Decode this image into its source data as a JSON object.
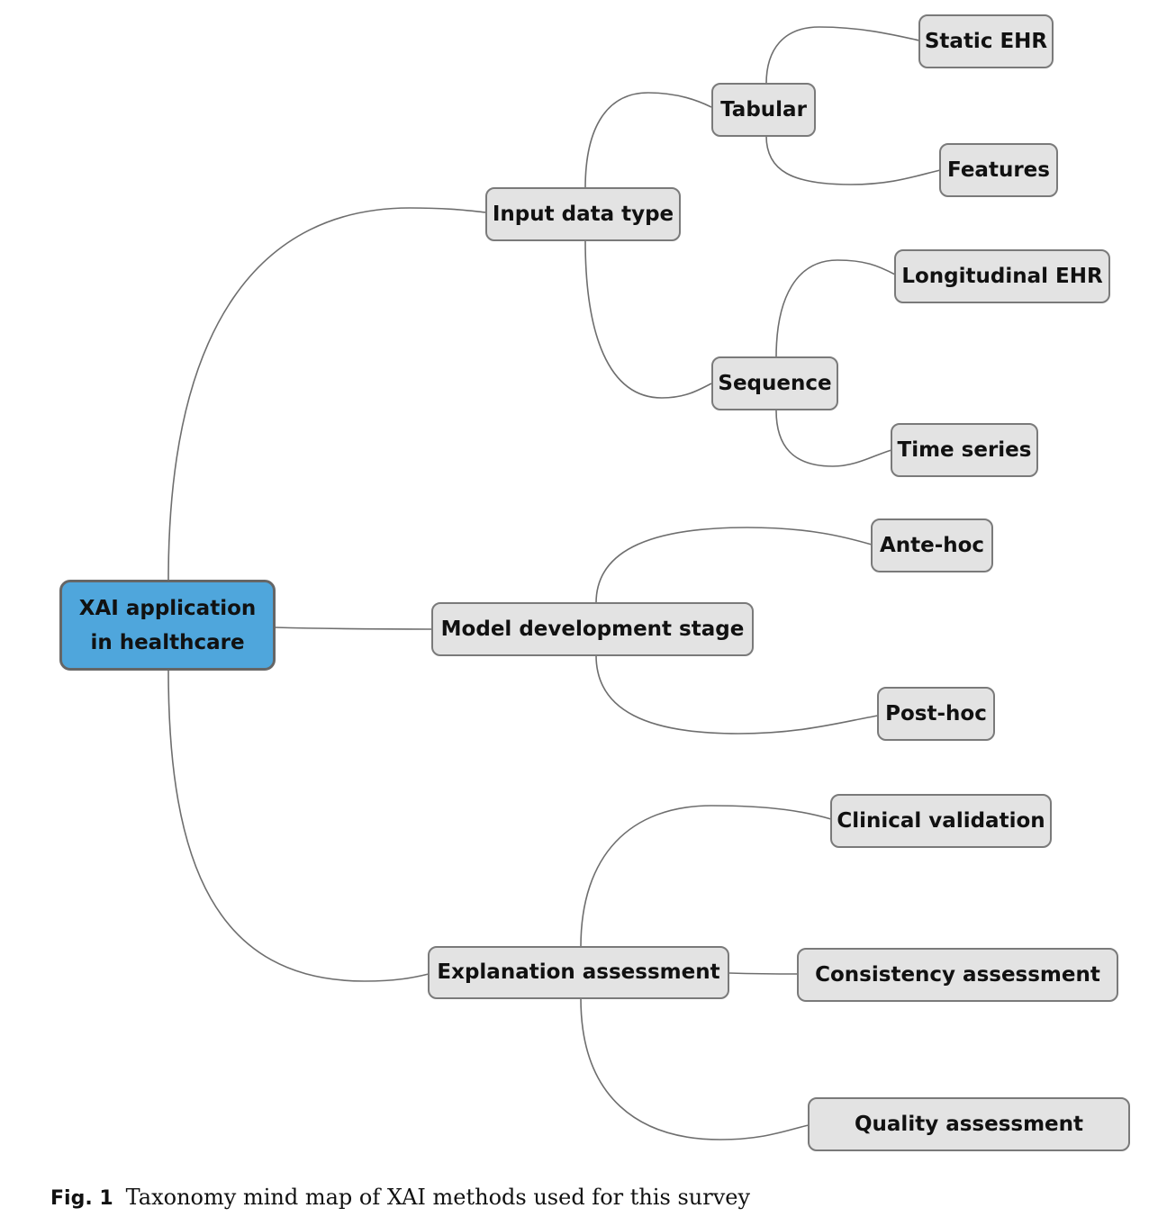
{
  "diagram": {
    "root": {
      "line1": "XAI application",
      "line2": "in healthcare"
    },
    "nodes": {
      "input_data_type": "Input data type",
      "tabular": "Tabular",
      "static_ehr": "Static EHR",
      "features": "Features",
      "sequence": "Sequence",
      "longitudinal_ehr": "Longitudinal EHR",
      "time_series": "Time series",
      "model_development_stage": "Model development stage",
      "ante_hoc": "Ante-hoc",
      "post_hoc": "Post-hoc",
      "explanation_assessment": "Explanation assessment",
      "clinical_validation": "Clinical validation",
      "consistency_assessment": "Consistency assessment",
      "quality_assessment": "Quality assessment"
    },
    "colors": {
      "root_fill": "#4fa6dc",
      "node_fill": "#e3e3e3",
      "border": "#7a7a7a",
      "connector": "#6e6e6e"
    }
  },
  "caption": {
    "label": "Fig. 1",
    "text": "Taxonomy mind map of XAI methods used for this survey"
  }
}
